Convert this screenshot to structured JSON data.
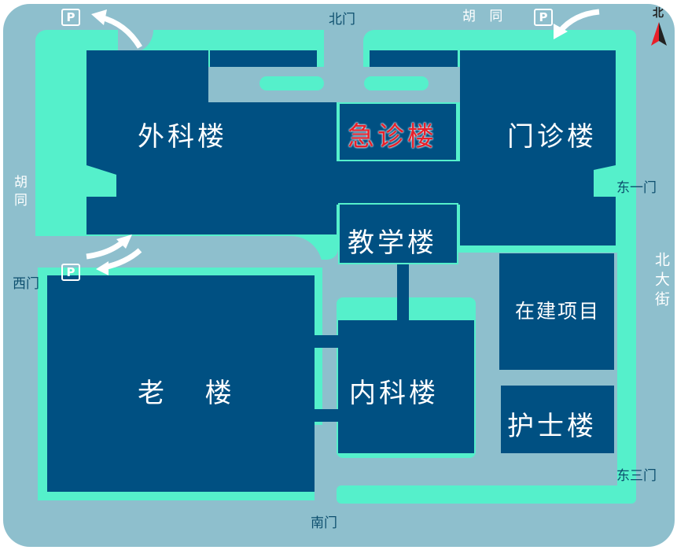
{
  "buildings": {
    "surgery": "外科楼",
    "emergency": "急诊楼",
    "outpatient": "门诊楼",
    "teaching": "教学楼",
    "construction": "在建项目",
    "old": "老  楼",
    "internal": "内科楼",
    "nurse": "护士楼"
  },
  "roads": {
    "north_gate": "北门",
    "hutong_top": "胡 同",
    "hutong_left": "胡同",
    "west_gate": "西门",
    "east_gate_1": "东一门",
    "north_street": "北大街",
    "east_gate_3": "东三门",
    "south_gate": "南门"
  },
  "compass": {
    "label": "北"
  },
  "parking": {
    "symbol": "P"
  },
  "colors": {
    "road": "#8ebfcd",
    "green": "#55f0cb",
    "building": "#005082",
    "emergency_text": "#e8202a"
  }
}
